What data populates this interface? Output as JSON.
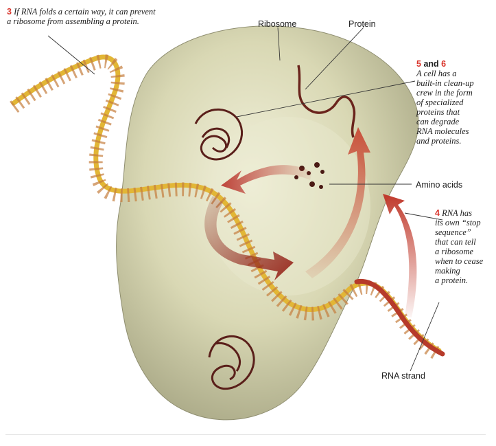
{
  "labels": {
    "ribosome": "Ribosome",
    "protein": "Protein",
    "amino_acids": "Amino acids",
    "rna_strand": "RNA strand"
  },
  "notes": {
    "note3": {
      "number": "3",
      "lines": [
        "If RNA folds a certain way, it can prevent",
        "a ribosome from assembling a protein."
      ]
    },
    "note56": {
      "number_a": "5",
      "and": "and",
      "number_b": "6",
      "lines": [
        "A cell has a",
        "built-in clean-up",
        "crew in the form",
        "of specialized",
        "proteins that",
        "can degrade",
        "RNA molecules",
        "and proteins."
      ]
    },
    "note4": {
      "number": "4",
      "lines": [
        "RNA has",
        "its own “stop",
        "sequence”",
        "that can tell",
        "a ribosome",
        "when to cease",
        "making",
        "a protein."
      ]
    }
  },
  "colors": {
    "ribosome_fill": "#d8d7b6",
    "rna_strand": "#e3b93a",
    "rna_strand_red_end": "#b63a2a",
    "arrow_red": "#b9322a",
    "protein_brown": "#5a1f1a",
    "accent_number": "#d9342b"
  }
}
